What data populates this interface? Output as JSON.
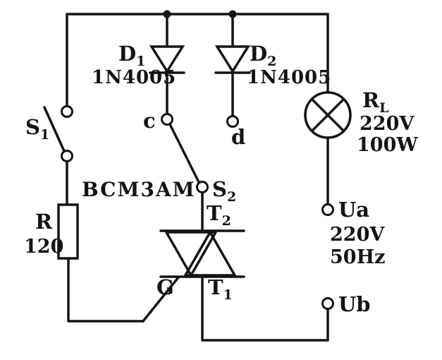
{
  "colors": {
    "line": "#141414",
    "background": "#ffffff"
  },
  "labels": {
    "s1": {
      "main": "S",
      "sub": "1"
    },
    "r_name": "R",
    "r_value": "120",
    "d1": {
      "main": "D",
      "sub": "1"
    },
    "d1_part": "1N4005",
    "d2": {
      "main": "D",
      "sub": "2"
    },
    "d2_part": "1N4005",
    "c": "c",
    "d": "d",
    "triac_part": "BCM3AM",
    "s2": {
      "main": "S",
      "sub": "2"
    },
    "t2": {
      "main": "T",
      "sub": "2"
    },
    "t1": {
      "main": "T",
      "sub": "1"
    },
    "gate": "G",
    "lamp": {
      "main": "R",
      "sub": "L"
    },
    "lamp_voltage": "220V",
    "lamp_power": "100W",
    "ua": "Ua",
    "supply_voltage": "220V",
    "supply_freq": "50Hz",
    "ub": "Ub"
  }
}
